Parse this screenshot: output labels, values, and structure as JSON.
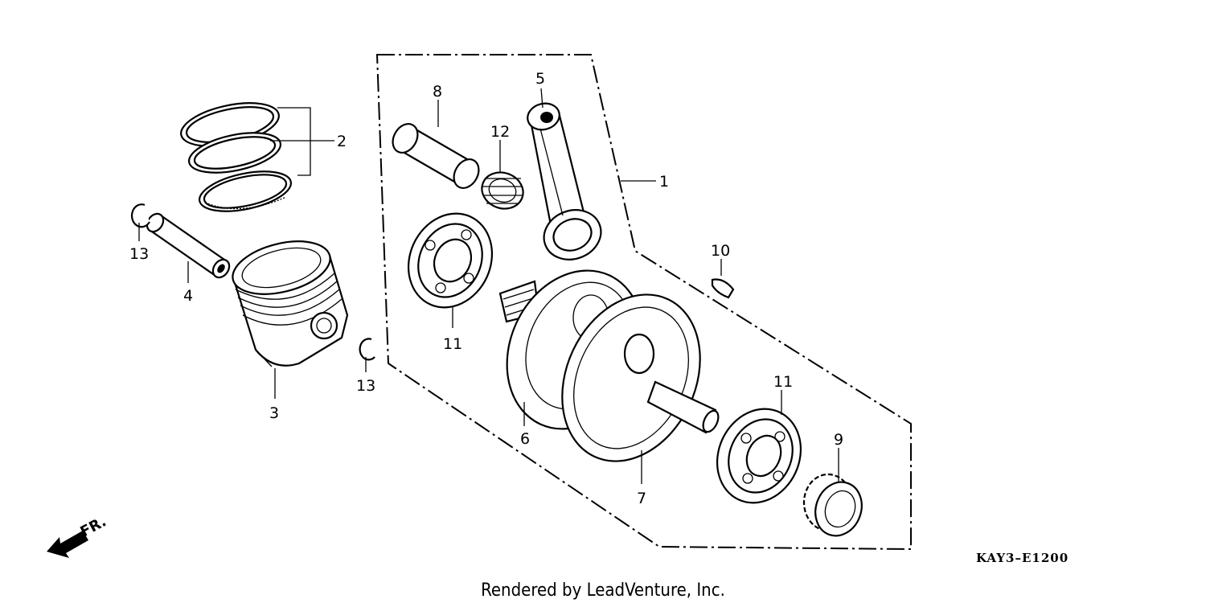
{
  "callouts": [
    {
      "id": "1",
      "text": "1"
    },
    {
      "id": "2",
      "text": "2"
    },
    {
      "id": "3",
      "text": "3"
    },
    {
      "id": "4",
      "text": "4"
    },
    {
      "id": "5",
      "text": "5"
    },
    {
      "id": "6",
      "text": "6"
    },
    {
      "id": "7",
      "text": "7"
    },
    {
      "id": "8",
      "text": "8"
    },
    {
      "id": "9",
      "text": "9"
    },
    {
      "id": "10",
      "text": "10"
    },
    {
      "id": "11a",
      "text": "11"
    },
    {
      "id": "11b",
      "text": "11"
    },
    {
      "id": "12",
      "text": "12"
    },
    {
      "id": "13a",
      "text": "13"
    },
    {
      "id": "13b",
      "text": "13"
    }
  ],
  "direction_label": "FR.",
  "diagram_code": "KAY3–E1200",
  "footer": "Rendered by LeadVenture, Inc."
}
